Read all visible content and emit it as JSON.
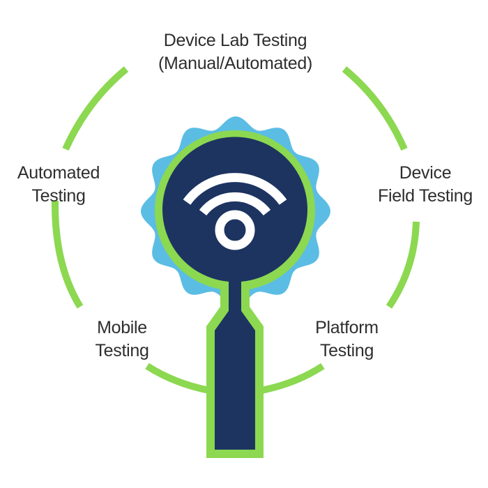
{
  "labels": {
    "top": [
      "Device Lab Testing",
      "(Manual/Automated)"
    ],
    "left": [
      "Automated",
      "Testing"
    ],
    "right": [
      "Device",
      "Field Testing"
    ],
    "bottom_left": [
      "Mobile",
      "Testing"
    ],
    "bottom_right": [
      "Platform",
      "Testing"
    ]
  },
  "center_icon": "wifi-signal-probe-icon",
  "colors": {
    "green": "#8cd851",
    "navy": "#1d3461",
    "blue": "#5bbde4",
    "white": "#ffffff",
    "text": "#2e2e2e"
  }
}
